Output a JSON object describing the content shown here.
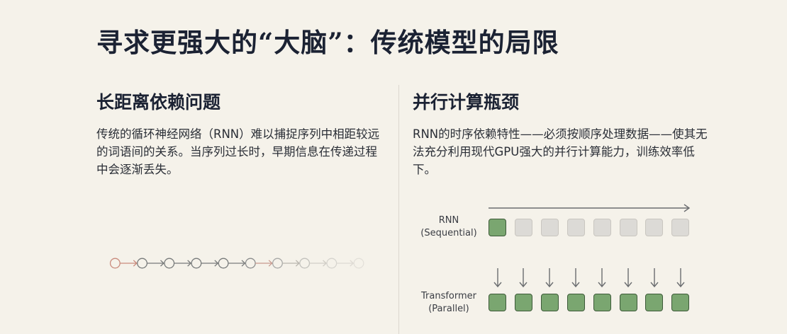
{
  "title": "寻求更强大的“大脑”：传统模型的局限",
  "left": {
    "heading": "长距离依赖问题",
    "body": "传统的循环神经网络（RNN）难以捕捉序列中相距较远的词语间的关系。当序列过长时，早期信息在传递过程中会逐渐丢失。",
    "chain": {
      "node_count": 10,
      "node_colors": [
        "#c98a7c",
        "#777a7a",
        "#777a7a",
        "#777a7a",
        "#777a7a",
        "#8a8c8c",
        "#a7a8a6",
        "#c2c1bc",
        "#d6d4ce",
        "#e3e0d9"
      ],
      "arrow_colors": [
        "#c98a7c",
        "#777a7a",
        "#777a7a",
        "#777a7a",
        "#7a7c7c",
        "#c6998e",
        "#b9b6ae",
        "#d0cdc6",
        "#dedad3"
      ]
    }
  },
  "right": {
    "heading": "并行计算瓶颈",
    "body": "RNN的时序依赖特性——必须按顺序处理数据——使其无法充分利用现代GPU强大的并行计算能力，训练效率低下。",
    "rnn": {
      "label_line1": "RNN",
      "label_line2": "(Sequential)",
      "boxes": [
        "green",
        "gray",
        "gray",
        "gray",
        "gray",
        "gray",
        "gray",
        "gray"
      ]
    },
    "transformer": {
      "label_line1": "Transformer",
      "label_line2": "(Parallel)",
      "boxes": [
        "green",
        "green",
        "green",
        "green",
        "green",
        "green",
        "green",
        "green"
      ]
    }
  },
  "colors": {
    "background": "#f5f2ea",
    "active_green": "#7aa670",
    "inactive_gray": "#dcdad6",
    "highlight_red": "#c98a7c"
  }
}
